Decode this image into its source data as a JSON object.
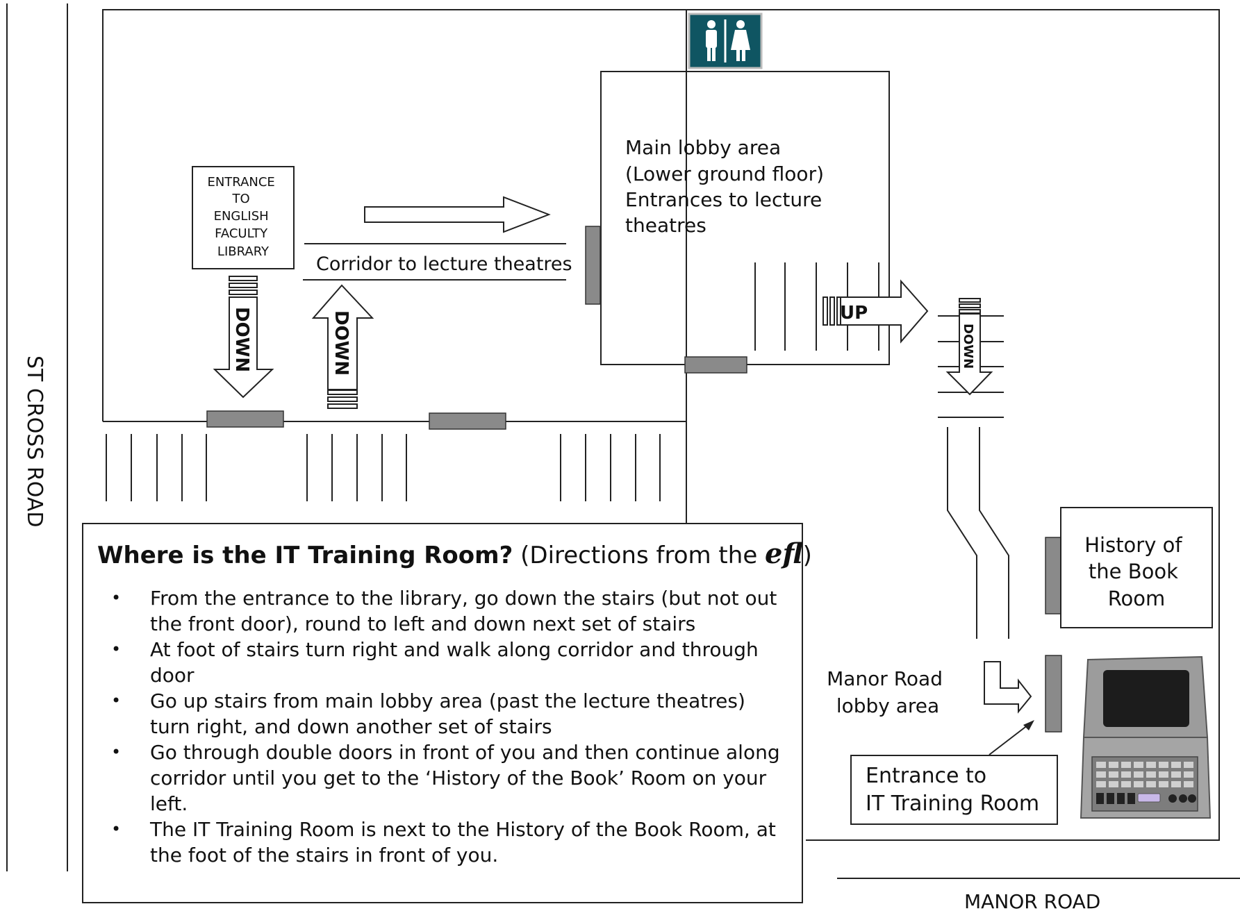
{
  "roads": {
    "left": "ST CROSS ROAD",
    "bottom": "MANOR ROAD"
  },
  "library_entrance": [
    "ENTRANCE",
    "TO",
    "ENGLISH",
    "FACULTY",
    "LIBRARY"
  ],
  "corridor_label": "Corridor to lecture theatres",
  "main_lobby": [
    "Main lobby area",
    "(Lower ground floor)",
    "Entrances to lecture",
    "theatres"
  ],
  "stair_labels": {
    "down_1": "DOWN",
    "down_2": "DOWN",
    "up": "UP",
    "down_3": "DOWN"
  },
  "history_room": [
    "History of",
    "the Book",
    "Room"
  ],
  "manor_lobby": [
    "Manor Road",
    "lobby area"
  ],
  "it_entrance": [
    "Entrance to",
    "IT Training Room"
  ],
  "icons": {
    "toilets": "toilets-icon",
    "laptop": "laptop-icon"
  },
  "colors": {
    "toilet_sign": "#0f5562",
    "door": "#8a8a8a"
  },
  "directions": {
    "title_question": "Where is the IT Training Room?",
    "title_prefix": " (Directions from the ",
    "title_brand": "efl",
    "title_suffix": ")",
    "steps": [
      "From the entrance to the library, go down the stairs (but not out the front door), round to left and down next set of stairs",
      "At foot of stairs turn right and walk along corridor and through door",
      "Go up stairs from main lobby area (past the lecture theatres) turn right, and down another set of stairs",
      "Go through double doors in front of you and then continue along corridor until you get to the ‘History of the Book’ Room on your left.",
      "The IT Training Room is next to the History of the Book Room, at the foot of the stairs in front of you."
    ]
  }
}
